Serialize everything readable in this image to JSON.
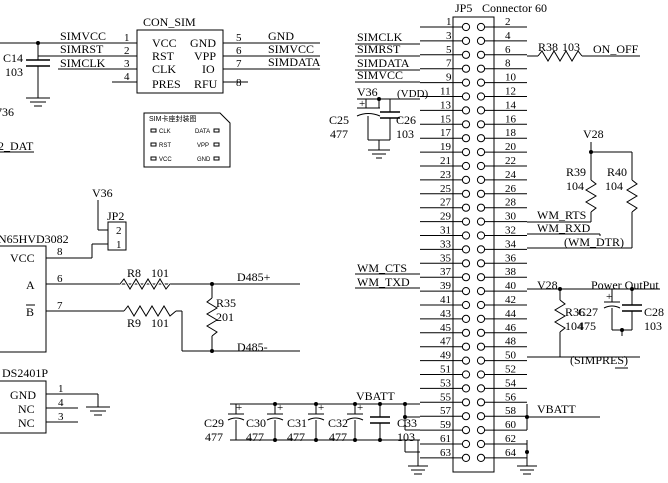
{
  "con_sim": {
    "title": "CON_SIM",
    "left_pins": [
      {
        "num": "1",
        "name": "VCC",
        "net": "SIMVCC"
      },
      {
        "num": "2",
        "name": "RST",
        "net": "SIMRST"
      },
      {
        "num": "3",
        "name": "CLK",
        "net": "SIMCLK"
      },
      {
        "num": "4",
        "name": "PRES",
        "net": ""
      }
    ],
    "right_pins": [
      {
        "num": "5",
        "name": "GND",
        "net": "GND"
      },
      {
        "num": "6",
        "name": "VPP",
        "net": "SIMVCC"
      },
      {
        "num": "7",
        "name": "IO",
        "net": "SIMDATA"
      },
      {
        "num": "8",
        "name": "RFU",
        "net": ""
      }
    ],
    "c14_name": "C14",
    "c14_value": "103",
    "partial_label": "736",
    "partial_label2": "2_DAT"
  },
  "sim_footprint": {
    "title": "SIM卡座封装图",
    "left": [
      "CLK",
      "RST",
      "VCC"
    ],
    "right": [
      "DATA",
      "VPP",
      "GND"
    ]
  },
  "rs485": {
    "partial_name": "N65HVD3082",
    "vcc": "VCC",
    "a": "A",
    "b": "B",
    "pin_vcc": "8",
    "pin_a": "6",
    "pin_b": "7",
    "v36": "V36",
    "jp2": "JP2",
    "jp2_pins": [
      "2",
      "1"
    ],
    "r8": "R8",
    "r8_val": "101",
    "r9": "R9",
    "r9_val": "101",
    "r35": "R35",
    "r35_val": "201",
    "d485p": "D485+",
    "d485m": "D485-"
  },
  "ds2401": {
    "name": "DS2401P",
    "pins": [
      {
        "num": "1",
        "name": "GND"
      },
      {
        "num": "4",
        "name": "NC"
      },
      {
        "num": "3",
        "name": "NC"
      }
    ]
  },
  "jp5": {
    "name": "JP5",
    "title": "Connector 60",
    "odd": [
      "1",
      "3",
      "5",
      "7",
      "9",
      "11",
      "13",
      "15",
      "17",
      "19",
      "21",
      "23",
      "25",
      "27",
      "29",
      "31",
      "33",
      "35",
      "37",
      "39",
      "41",
      "43",
      "45",
      "47",
      "49",
      "51",
      "53",
      "55",
      "57",
      "59",
      "61",
      "63"
    ],
    "even": [
      "2",
      "4",
      "6",
      "8",
      "10",
      "12",
      "14",
      "16",
      "18",
      "20",
      "22",
      "24",
      "26",
      "28",
      "30",
      "32",
      "34",
      "36",
      "38",
      "40",
      "42",
      "44",
      "46",
      "48",
      "50",
      "52",
      "54",
      "56",
      "58",
      "60",
      "62",
      "64"
    ]
  },
  "left_nets": {
    "simclk": "SIMCLK",
    "simrst": "SIMRST",
    "simdata": "SIMDATA",
    "simvcc": "SIMVCC",
    "v36": "V36",
    "vdd": "(VDD)",
    "c25": "C25",
    "c25_val": "477",
    "c26": "C26",
    "c26_val": "103",
    "wm_cts": "WM_CTS",
    "wm_txd": "WM_TXD",
    "vbatt": "VBATT"
  },
  "right_nets": {
    "r38": "R38",
    "r38_val": "103",
    "on_off": "ON_OFF",
    "v28a": "V28",
    "r39": "R39",
    "r39_val": "104",
    "r40": "R40",
    "r40_val": "104",
    "wm_rts": "WM_RTS",
    "wm_rxd": "WM_RXD",
    "wm_dtr": "(WM_DTR)",
    "v28b": "V28",
    "power_out": "Power OutPut",
    "r36": "R36",
    "r36_val": "104",
    "c27": "C27",
    "c27_val": "475",
    "c28": "C28",
    "c28_val": "103",
    "simpres": "(SIMPRES)",
    "vbatt": "VBATT"
  },
  "bottom_caps": [
    {
      "name": "C29",
      "value": "477"
    },
    {
      "name": "C30",
      "value": "477"
    },
    {
      "name": "C31",
      "value": "477"
    },
    {
      "name": "C32",
      "value": "477"
    },
    {
      "name": "C33",
      "value": "103"
    }
  ]
}
